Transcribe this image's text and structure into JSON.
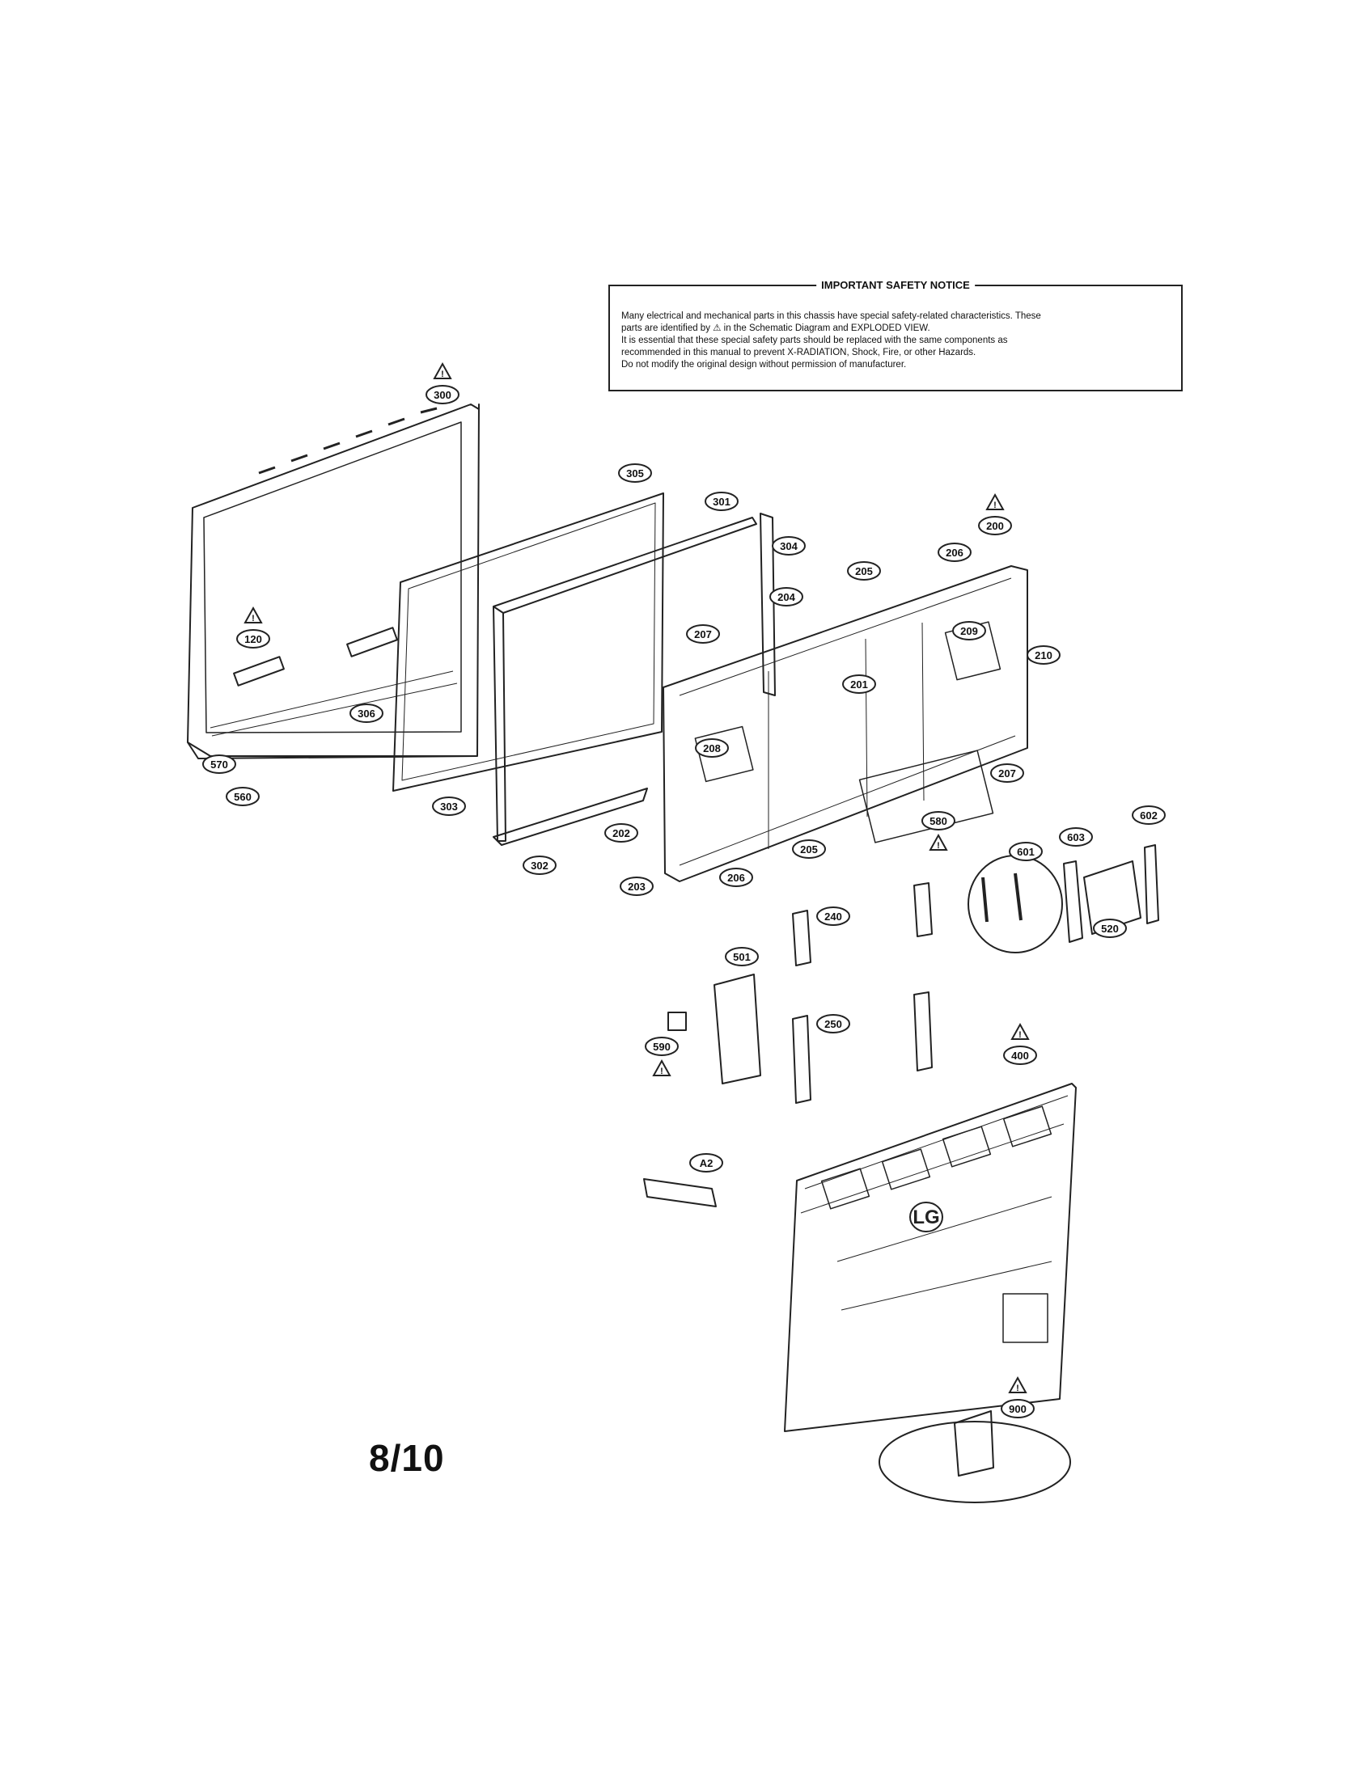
{
  "notice": {
    "title": "IMPORTANT SAFETY NOTICE",
    "lines": [
      "Many electrical and mechanical parts in this chassis have special safety-related characteristics. These",
      "parts are identified by ⚠ in the Schematic Diagram and EXPLODED VIEW.",
      "It is essential that these special safety parts should be replaced with the same components as",
      "recommended in this manual to prevent X-RADIATION, Shock, Fire, or other Hazards.",
      "Do not modify the original design without permission of manufacturer."
    ]
  },
  "page_number": "8/10",
  "logo_text": "LG",
  "parts": [
    {
      "id": "p300",
      "label": "300",
      "warn": true
    },
    {
      "id": "p305",
      "label": "305",
      "warn": false
    },
    {
      "id": "p301",
      "label": "301",
      "warn": false
    },
    {
      "id": "p304",
      "label": "304",
      "warn": false
    },
    {
      "id": "p200",
      "label": "200",
      "warn": true
    },
    {
      "id": "p206a",
      "label": "206",
      "warn": false
    },
    {
      "id": "p205a",
      "label": "205",
      "warn": false
    },
    {
      "id": "p204",
      "label": "204",
      "warn": false
    },
    {
      "id": "p209",
      "label": "209",
      "warn": false
    },
    {
      "id": "p210",
      "label": "210",
      "warn": false
    },
    {
      "id": "p207a",
      "label": "207",
      "warn": false
    },
    {
      "id": "p201",
      "label": "201",
      "warn": false
    },
    {
      "id": "p120",
      "label": "120",
      "warn": true
    },
    {
      "id": "p306",
      "label": "306",
      "warn": false
    },
    {
      "id": "p570",
      "label": "570",
      "warn": false
    },
    {
      "id": "p560",
      "label": "560",
      "warn": false
    },
    {
      "id": "p208",
      "label": "208",
      "warn": false
    },
    {
      "id": "p207b",
      "label": "207",
      "warn": false
    },
    {
      "id": "p303",
      "label": "303",
      "warn": false
    },
    {
      "id": "p202",
      "label": "202",
      "warn": false
    },
    {
      "id": "p580",
      "label": "580",
      "warn": true
    },
    {
      "id": "p302",
      "label": "302",
      "warn": false
    },
    {
      "id": "p205b",
      "label": "205",
      "warn": false
    },
    {
      "id": "p203",
      "label": "203",
      "warn": false
    },
    {
      "id": "p206b",
      "label": "206",
      "warn": false
    },
    {
      "id": "p603",
      "label": "603",
      "warn": false
    },
    {
      "id": "p602",
      "label": "602",
      "warn": false
    },
    {
      "id": "p601",
      "label": "601",
      "warn": false
    },
    {
      "id": "p520",
      "label": "520",
      "warn": false
    },
    {
      "id": "p240",
      "label": "240",
      "warn": false
    },
    {
      "id": "p501",
      "label": "501",
      "warn": false
    },
    {
      "id": "p250",
      "label": "250",
      "warn": false
    },
    {
      "id": "p590",
      "label": "590",
      "warn": true
    },
    {
      "id": "p400",
      "label": "400",
      "warn": true
    },
    {
      "id": "pA2",
      "label": "A2",
      "warn": false
    },
    {
      "id": "p900",
      "label": "900",
      "warn": true
    }
  ]
}
